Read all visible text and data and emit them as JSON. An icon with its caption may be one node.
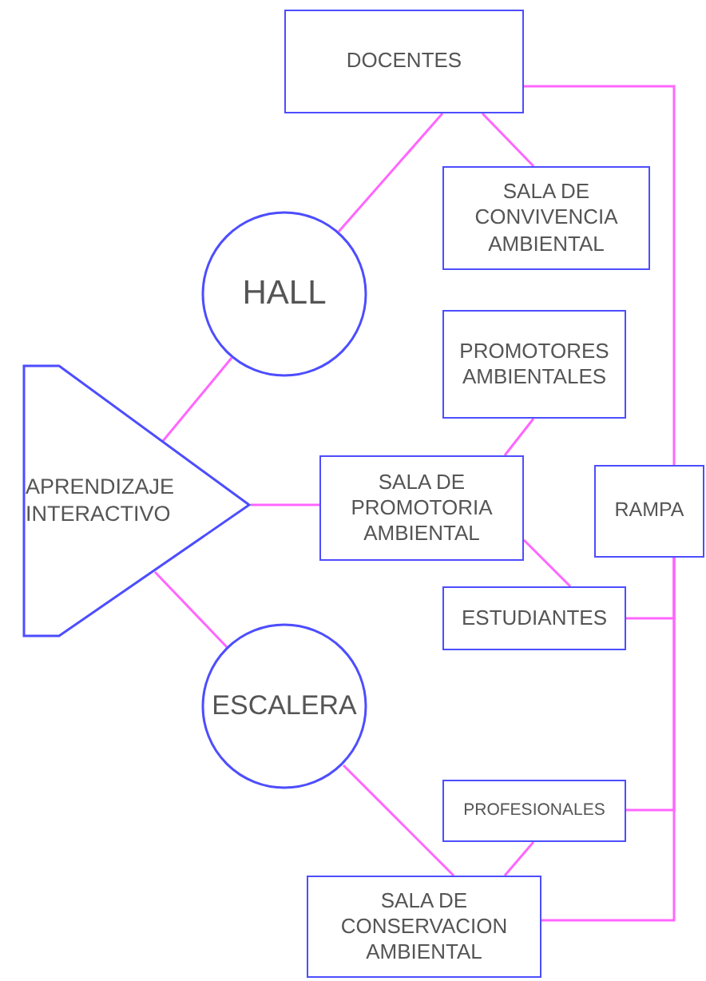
{
  "diagram": {
    "nodes": [
      {
        "text": [
          "DOCENTES"
        ]
      },
      {
        "text": [
          "SALA DE CONVIVENCIA AMBIENTAL"
        ]
      },
      {
        "text": [
          "HALL"
        ]
      },
      {
        "text": [
          "PROMOTORES AMBIENTALES"
        ]
      },
      {
        "text": [
          "APRENDIZAJE INTERACTIVO"
        ]
      },
      {
        "text": [
          "SALA DE PROMOTORIA AMBIENTAL"
        ]
      },
      {
        "text": [
          "RAMPA"
        ]
      },
      {
        "text": [
          "ESTUDIANTES"
        ]
      },
      {
        "text": [
          "ESCALERA"
        ]
      },
      {
        "text": [
          "PROFESIONALES"
        ]
      },
      {
        "text": [
          "SALA DE CONSERVACION AMBIENTAL"
        ]
      }
    ],
    "edges": [
      {
        "from": 0,
        "to": 2,
        "arrow": "none"
      },
      {
        "from": 0,
        "to": 1,
        "arrow": "none"
      },
      {
        "from": 0,
        "to": 6,
        "arrow": "none"
      },
      {
        "from": 2,
        "to": 4,
        "arrow": "none"
      },
      {
        "from": 3,
        "to": 5,
        "arrow": "none"
      },
      {
        "from": 4,
        "to": 5,
        "arrow": "none"
      },
      {
        "from": 5,
        "to": 7,
        "arrow": "none"
      },
      {
        "from": 4,
        "to": 8,
        "arrow": "none"
      },
      {
        "from": 7,
        "to": 6,
        "arrow": "none"
      },
      {
        "from": 8,
        "to": 10,
        "arrow": "none"
      },
      {
        "from": 9,
        "to": 6,
        "arrow": "none"
      },
      {
        "from": 9,
        "to": 10,
        "arrow": "none"
      },
      {
        "from": 10,
        "to": 6,
        "arrow": "none"
      }
    ]
  }
}
